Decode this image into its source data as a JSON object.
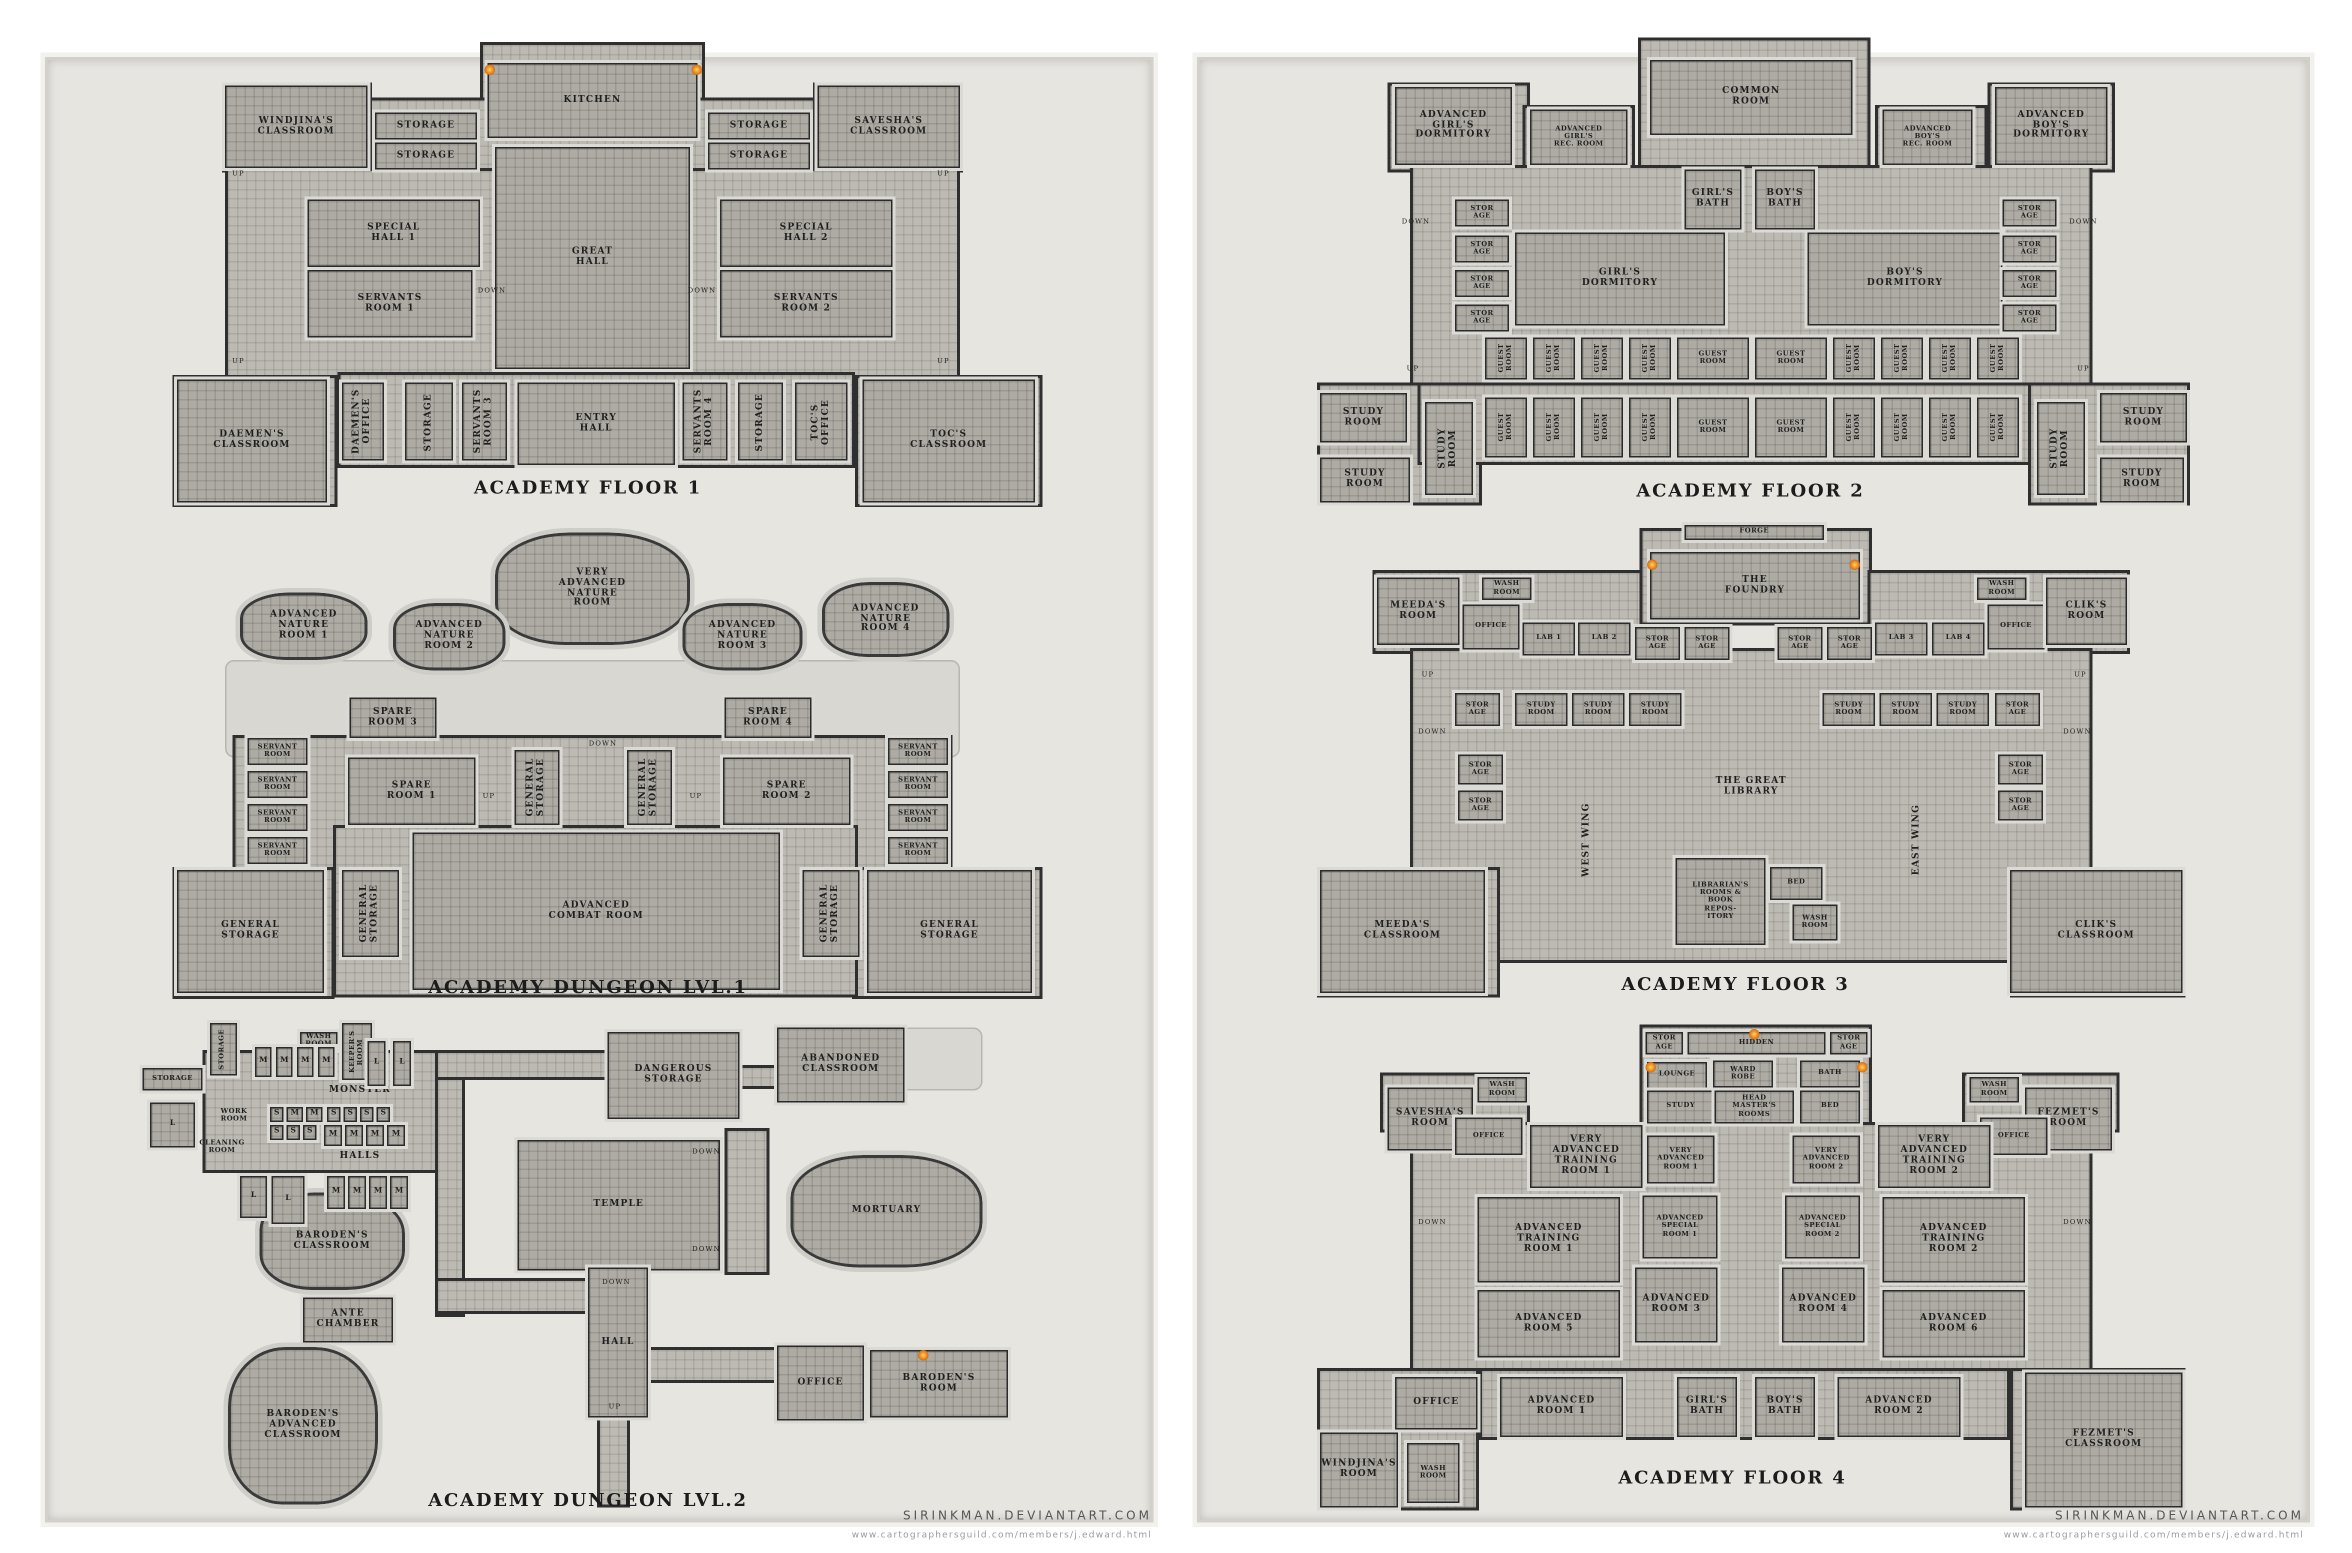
{
  "colors": {
    "paper": "#e7e5e0",
    "floor": "#aeaba4",
    "wall": "#2b2b2b",
    "fire": "#e0781c"
  },
  "left_panel": {
    "floor1": {
      "title": "Academy Floor 1",
      "rooms": [
        "Kitchen",
        "Windjina's\nClassroom",
        "Storage",
        "Storage",
        "Storage",
        "Storage",
        "Savesha's\nClassroom",
        "Special\nHall 1",
        "Great\nHall",
        "Special\nHall 2",
        "Servants\nRoom 1",
        "Servants\nRoom 2",
        "Daemen's\nClassroom",
        "Daemen's\nOffice",
        "Storage",
        "Servants\nRoom 3",
        "Entry\nHall",
        "Servants\nRoom 4",
        "Storage",
        "Toc's\nOffice",
        "Toc's\nClassroom"
      ],
      "stairs": [
        "Down",
        "Down",
        "Up",
        "Up",
        "Up",
        "Up"
      ]
    },
    "dungeon1": {
      "title": "Academy Dungeon Lvl.1",
      "rooms": [
        "Very\nAdvanced\nNature\nRoom",
        "Advanced\nNature\nRoom 1",
        "Advanced\nNature\nRoom 2",
        "Advanced\nNature\nRoom 3",
        "Advanced\nNature\nRoom 4",
        "Spare\nRoom 3",
        "Spare\nRoom 4",
        "Servant\nRoom",
        "Servant\nRoom",
        "Servant\nRoom",
        "Servant\nRoom",
        "Servant\nRoom",
        "Servant\nRoom",
        "Servant\nRoom",
        "Servant\nRoom",
        "Spare\nRoom 1",
        "Spare\nRoom 2",
        "General\nStorage",
        "General\nStorage",
        "Advanced\nCombat Room",
        "General\nStorage",
        "General\nStorage",
        "General\nStorage",
        "General\nStorage"
      ],
      "stairs": [
        "Down",
        "Up",
        "Up"
      ]
    },
    "dungeon2": {
      "title": "Academy Dungeon Lvl.2",
      "rooms": [
        "Storage",
        "Wash\nRoom",
        "Keeper's\nRoom",
        "Storage",
        "Dangerous\nStorage",
        "Abandoned\nClassroom",
        "Temple",
        "Mortuary",
        "Baroden's\nClassroom",
        "Ante\nChamber",
        "Baroden's\nAdvanced\nClassroom",
        "Hall",
        "Office",
        "Baroden's\nRoom"
      ],
      "labels": [
        "Monster",
        "Work\nRoom",
        "Cleaning\nRoom",
        "Halls"
      ],
      "cells": [
        "M",
        "M",
        "M",
        "M",
        "L",
        "L",
        "S",
        "M",
        "M",
        "S",
        "S",
        "S",
        "S",
        "S",
        "S",
        "S",
        "M",
        "M",
        "M",
        "M",
        "L",
        "L",
        "L",
        "M",
        "M",
        "M",
        "M"
      ],
      "stairs": [
        "Down",
        "Down",
        "Down",
        "Up"
      ]
    },
    "credit": "sirinkman.deviantart.com",
    "url": "www.cartographersguild.com/members/j.edward.html"
  },
  "right_panel": {
    "floor2": {
      "title": "Academy Floor 2",
      "rooms": [
        "Common\nRoom",
        "Advanced\nGirl's\nDormitory",
        "Advanced\nGirl's\nRec. Room",
        "Advanced\nBoy's\nRec. Room",
        "Advanced\nBoy's\nDormitory",
        "Girl's\nBath",
        "Boy's\nBath",
        "Girl's\nDormitory",
        "Boy's\nDormitory",
        "Stor\nAge",
        "Stor\nAge",
        "Stor\nAge",
        "Stor\nAge",
        "Stor\nAge",
        "Stor\nAge",
        "Stor\nAge",
        "Stor\nAge",
        "Study\nRoom",
        "Study\nRoom",
        "Study\nRoom",
        "Study\nRoom",
        "Study\nRoom",
        "Study\nRoom"
      ],
      "guest_rooms": [
        "Guest\nRoom",
        "Guest\nRoom",
        "Guest\nRoom",
        "Guest\nRoom",
        "Guest\nRoom",
        "Guest\nRoom",
        "Guest\nRoom",
        "Guest\nRoom",
        "Guest\nRoom",
        "Guest\nRoom",
        "Guest\nRoom",
        "Guest\nRoom",
        "Guest\nRoom",
        "Guest\nRoom",
        "Guest\nRoom",
        "Guest\nRoom",
        "Guest\nRoom",
        "Guest\nRoom",
        "Guest\nRoom",
        "Guest\nRoom"
      ],
      "stairs": [
        "Down",
        "Up",
        "Down",
        "Up"
      ]
    },
    "floor3": {
      "title": "Academy Floor 3",
      "rooms": [
        "Forge",
        "The\nFoundry",
        "Meeda's\nRoom",
        "Wash\nRoom",
        "Office",
        "Lab 1",
        "Lab 2",
        "Stor\nAge",
        "Stor\nAge",
        "Stor\nAge",
        "Stor\nAge",
        "Lab 3",
        "Lab 4",
        "Office",
        "Wash\nRoom",
        "Clik's\nRoom",
        "Stor\nAge",
        "Study\nRoom",
        "Study\nRoom",
        "Study\nRoom",
        "Study\nRoom",
        "Study\nRoom",
        "Study\nRoom",
        "Stor\nAge",
        "Stor\nAge",
        "Stor\nAge",
        "Stor\nAge",
        "Stor\nAge",
        "Librarian's\nRooms &\nBook\nRepos-\nitory",
        "Bed",
        "Wash\nRoom",
        "Meeda's\nClassroom",
        "Clik's\nClassroom"
      ],
      "labels": [
        "The Great\nLibrary",
        "West Wing",
        "East Wing"
      ],
      "stairs": [
        "Up",
        "Down",
        "Down",
        "Up"
      ]
    },
    "floor4": {
      "title": "Academy Floor 4",
      "rooms": [
        "Stor\nAge",
        "Hidden",
        "Stor\nAge",
        "Lounge",
        "Ward\nRobe",
        "Bath",
        "Study",
        "Head\nMaster's\nRooms",
        "Bed",
        "Savesha's\nRoom",
        "Wash\nRoom",
        "Office",
        "Wash\nRoom",
        "Fezmet's\nRoom",
        "Office",
        "Very\nAdvanced\nTraining\nRoom 1",
        "Very\nAdvanced\nRoom 1",
        "Very\nAdvanced\nRoom 2",
        "Very\nAdvanced\nTraining\nRoom 2",
        "Advanced\nTraining\nRoom 1",
        "Advanced\nSpecial\nRoom 1",
        "Advanced\nSpecial\nRoom 2",
        "Advanced\nTraining\nRoom 2",
        "Advanced\nRoom 5",
        "Advanced\nRoom 3",
        "Advanced\nRoom 4",
        "Advanced\nRoom 6",
        "Office",
        "Windjina's\nRoom",
        "Wash\nRoom",
        "Advanced\nRoom 1",
        "Girl's\nBath",
        "Boy's\nBath",
        "Advanced\nRoom 2",
        "Fezmet's\nClassroom"
      ],
      "stairs": [
        "Down",
        "Down"
      ]
    },
    "credit": "sirinkman.deviantart.com",
    "url": "www.cartographersguild.com/members/j.edward.html"
  }
}
